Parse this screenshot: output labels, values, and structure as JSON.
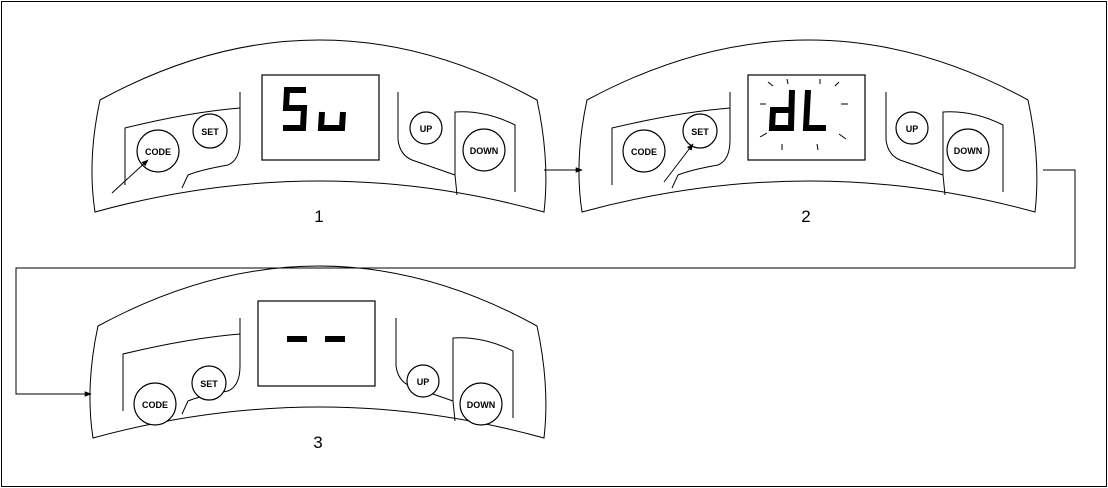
{
  "panels": [
    {
      "step": "1",
      "display": "Su",
      "display_state": "steady",
      "pressed_button": "code",
      "buttons": {
        "code": "CODE",
        "set": "SET",
        "up": "UP",
        "down": "DOWN"
      }
    },
    {
      "step": "2",
      "display": "dL",
      "display_state": "blinking",
      "pressed_button": "set",
      "buttons": {
        "code": "CODE",
        "set": "SET",
        "up": "UP",
        "down": "DOWN"
      }
    },
    {
      "step": "3",
      "display": "- -",
      "display_state": "steady",
      "pressed_button": "none",
      "buttons": {
        "code": "CODE",
        "set": "SET",
        "up": "UP",
        "down": "DOWN"
      }
    }
  ],
  "colors": {
    "line": "#000000",
    "background": "#ffffff"
  }
}
